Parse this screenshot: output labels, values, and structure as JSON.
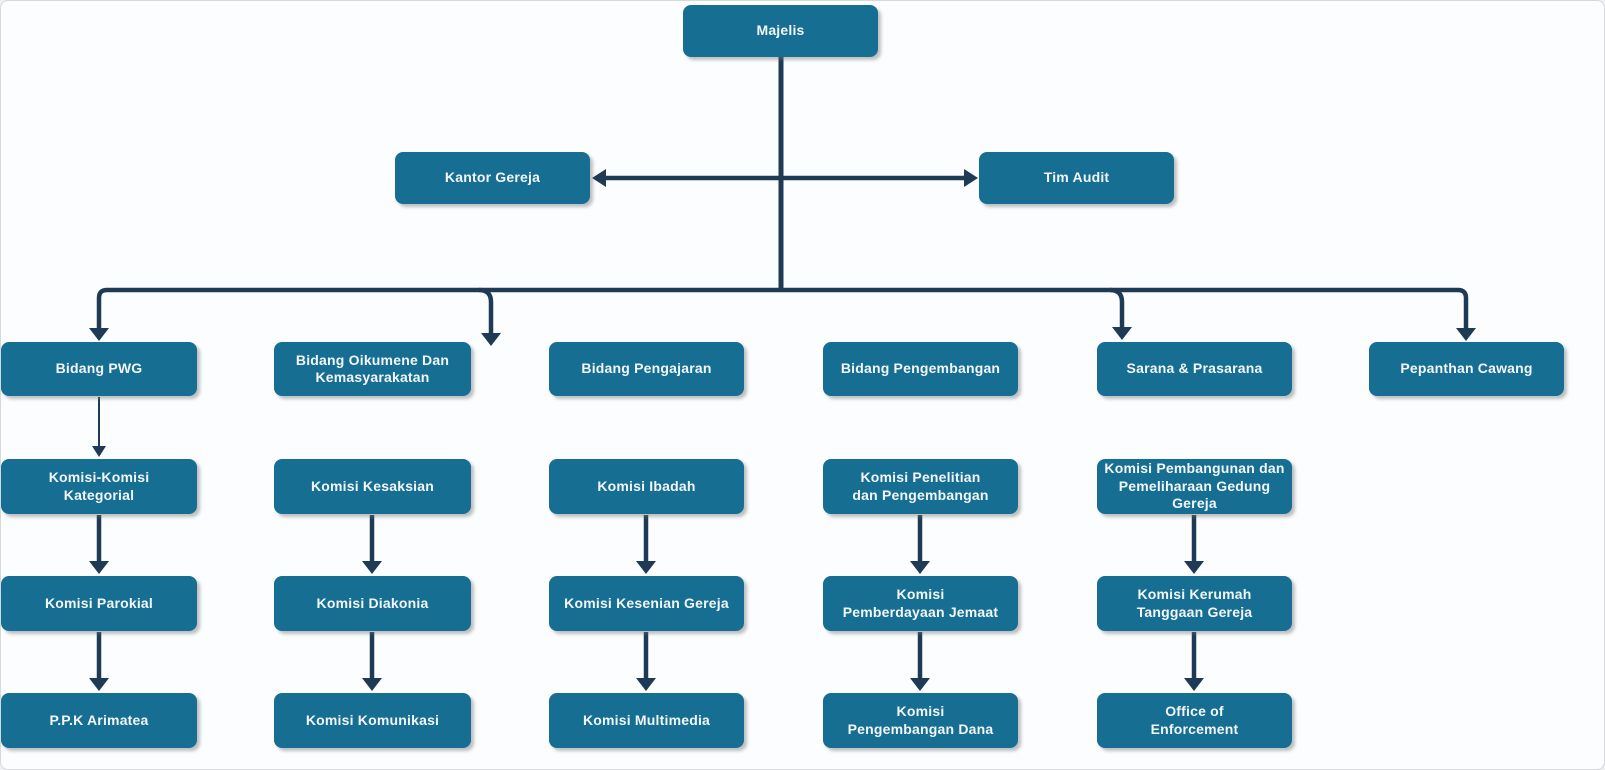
{
  "org": {
    "root": "Majelis",
    "staff": {
      "left": "Kantor Gereja",
      "right": "Tim Audit"
    },
    "columns": [
      {
        "label": "Bidang PWG",
        "children": [
          "Komisi-Komisi\nKategorial",
          "Komisi Parokial",
          "P.P.K Arimatea"
        ]
      },
      {
        "label": "Bidang Oikumene Dan\nKemasyarakatan",
        "children": [
          "Komisi Kesaksian",
          "Komisi Diakonia",
          "Komisi Komunikasi"
        ]
      },
      {
        "label": "Bidang Pengajaran",
        "children": [
          "Komisi Ibadah",
          "Komisi Kesenian Gereja",
          "Komisi Multimedia"
        ]
      },
      {
        "label": "Bidang Pengembangan",
        "children": [
          "Komisi Penelitian\ndan Pengembangan",
          "Komisi\nPemberdayaan Jemaat",
          "Komisi\nPengembangan Dana"
        ]
      },
      {
        "label": "Sarana & Prasarana",
        "children": [
          "Komisi Pembangunan dan\nPemeliharaan Gedung Gereja",
          "Komisi Kerumah\nTanggaan Gereja",
          "Office of\nEnforcement"
        ]
      },
      {
        "label": "Pepanthan Cawang",
        "children": []
      }
    ]
  },
  "colors": {
    "node_fill": "#166e92",
    "node_text": "#f3f7f9",
    "connector": "#1f3a54",
    "background": "#fcfdfe"
  }
}
